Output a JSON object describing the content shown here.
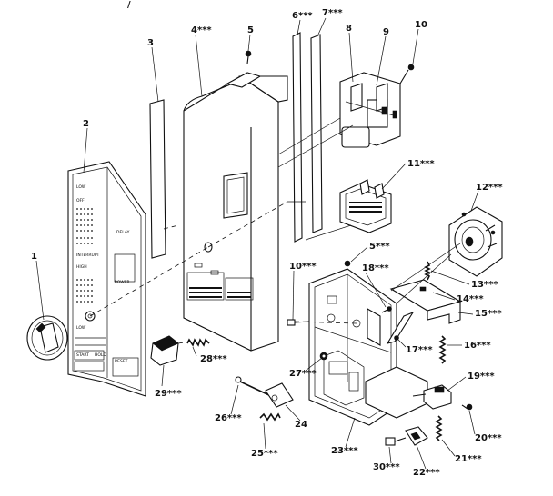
{
  "corner_mark": "/",
  "labels": {
    "l1": "1",
    "l2": "2",
    "l3": "3",
    "l4": "4***",
    "l5a": "5",
    "l5b": "5***",
    "l6": "6***",
    "l7": "7***",
    "l8": "8",
    "l9": "9",
    "l10a": "10",
    "l10b": "10***",
    "l11": "11***",
    "l12": "12***",
    "l13": "13***",
    "l14": "14***",
    "l15": "15***",
    "l16": "16***",
    "l17": "17***",
    "l18": "18***",
    "l19": "19***",
    "l20": "20***",
    "l21": "21***",
    "l22": "22***",
    "l23": "23***",
    "l24": "24",
    "l25": "25***",
    "l26": "26***",
    "l27": "27***",
    "l28": "28***",
    "l29": "29***",
    "l30": "30***"
  },
  "panel_text": {
    "t1": "LOW",
    "t2": "OFF",
    "t3": "DELAY",
    "t4": "INTERRUPT",
    "t5": "HIGH",
    "t6": "POWER",
    "t7": "LOW",
    "t8": "START",
    "t9": "RESET",
    "t10": "HOLD"
  }
}
